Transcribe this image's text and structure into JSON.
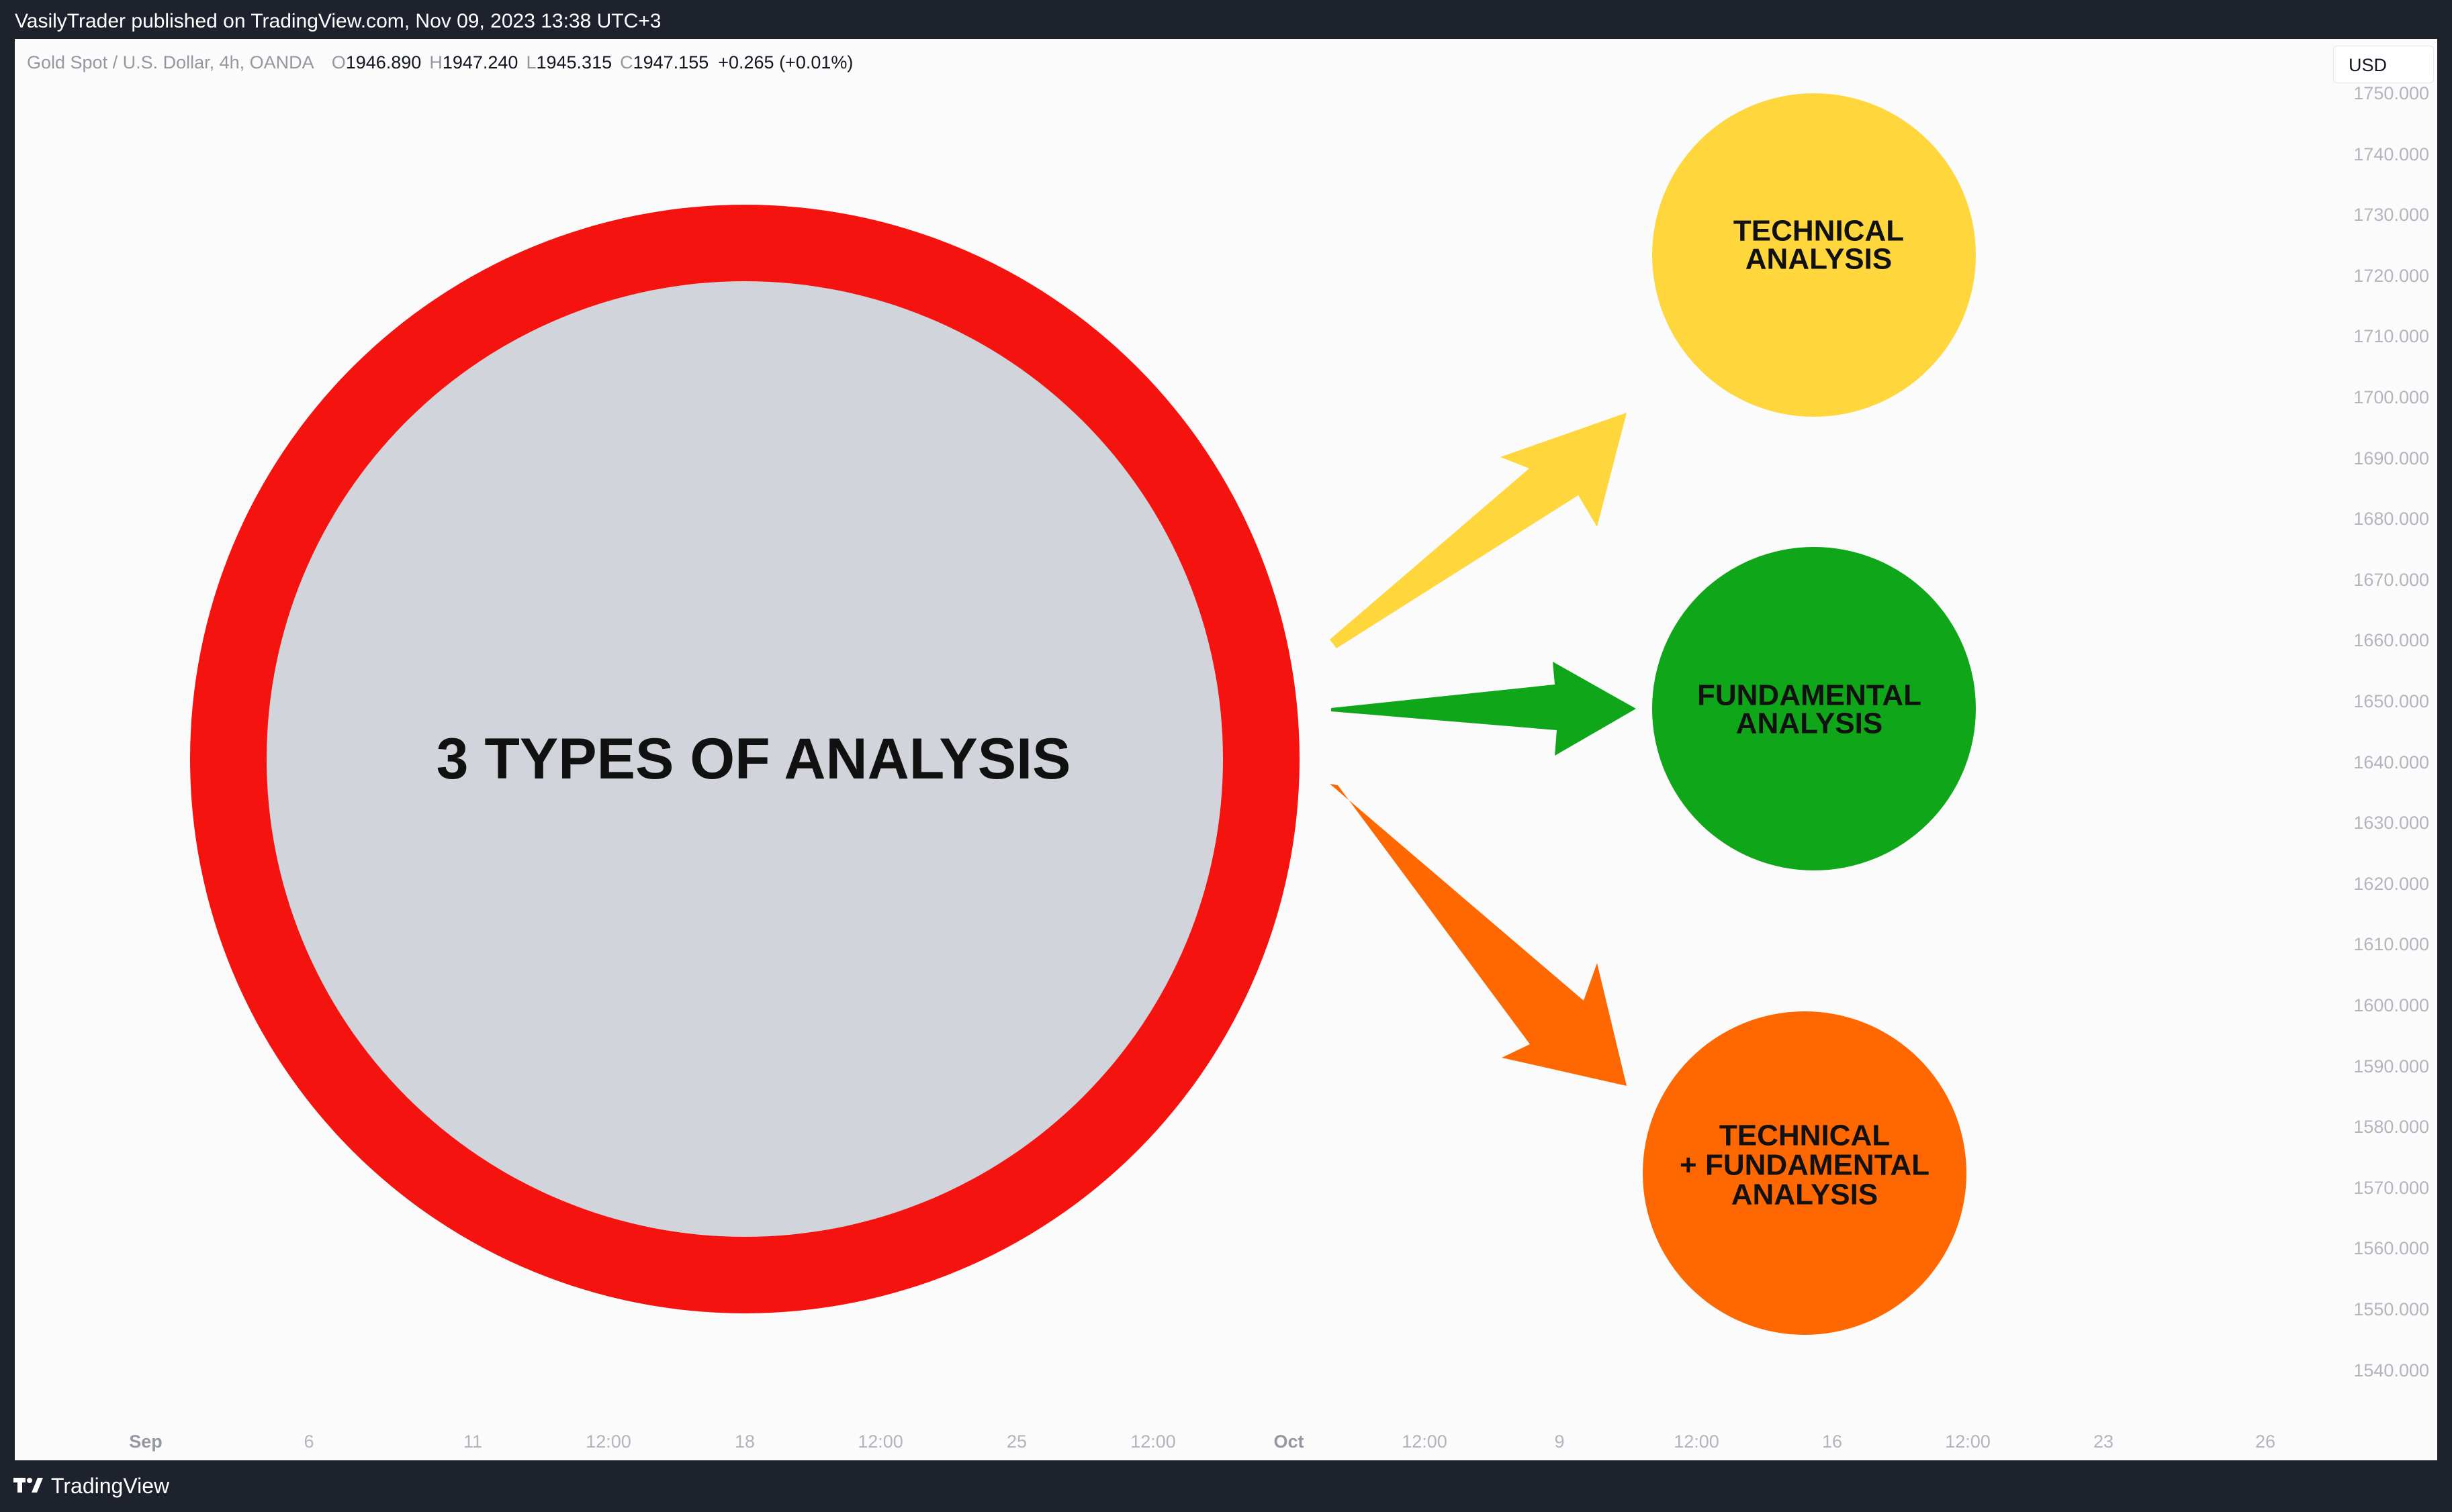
{
  "header": {
    "published_line": "VasilyTrader published on TradingView.com, Nov 09, 2023 13:38 UTC+3"
  },
  "legend": {
    "symbol": "Gold Spot / U.S. Dollar, 4h, OANDA",
    "open_label": "O",
    "open_value": "1946.890",
    "high_label": "H",
    "high_value": "1947.240",
    "low_label": "L",
    "low_value": "1945.315",
    "close_label": "C",
    "close_value": "1947.155",
    "change": "+0.265 (+0.01%)"
  },
  "currency_button": "USD",
  "price_axis": {
    "labels": [
      "1750.000",
      "1740.000",
      "1730.000",
      "1720.000",
      "1710.000",
      "1700.000",
      "1690.000",
      "1680.000",
      "1670.000",
      "1660.000",
      "1650.000",
      "1640.000",
      "1630.000",
      "1620.000",
      "1610.000",
      "1600.000",
      "1590.000",
      "1580.000",
      "1570.000",
      "1560.000",
      "1550.000",
      "1540.000"
    ]
  },
  "time_axis": {
    "labels": [
      {
        "text": "Sep",
        "major": true
      },
      {
        "text": "6",
        "major": false
      },
      {
        "text": "11",
        "major": false
      },
      {
        "text": "12:00",
        "major": false
      },
      {
        "text": "18",
        "major": false
      },
      {
        "text": "12:00",
        "major": false
      },
      {
        "text": "25",
        "major": false
      },
      {
        "text": "12:00",
        "major": false
      },
      {
        "text": "Oct",
        "major": true
      },
      {
        "text": "12:00",
        "major": false
      },
      {
        "text": "9",
        "major": false
      },
      {
        "text": "12:00",
        "major": false
      },
      {
        "text": "16",
        "major": false
      },
      {
        "text": "12:00",
        "major": false
      },
      {
        "text": "23",
        "major": false
      },
      {
        "text": "26",
        "major": false
      }
    ]
  },
  "drawing": {
    "main_circle": {
      "text": "3 TYPES OF ANALYSIS",
      "ring_color": "#f5130f",
      "fill_color": "#d2d4db"
    },
    "branches": [
      {
        "lines": [
          "TECHNICAL",
          "ANALYSIS"
        ],
        "color": "#ffd73c"
      },
      {
        "lines": [
          "FUNDAMENTAL",
          "ANALYSIS"
        ],
        "color": "#10a61a"
      },
      {
        "lines": [
          "TECHNICAL",
          "+ FUNDAMENTAL",
          "ANALYSIS"
        ],
        "color": "#ff6700"
      }
    ]
  },
  "footer": {
    "brand": "TradingView"
  }
}
